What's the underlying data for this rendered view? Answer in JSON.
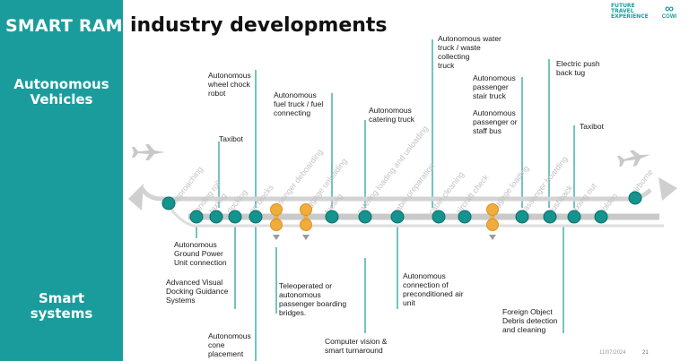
{
  "brand": "SMART RAMP",
  "title": "industry developments",
  "logos": {
    "fte": "FUTURE TRAVEL EXPERIENCE",
    "cowi": "COWI"
  },
  "side_labels": {
    "top": [
      "Autonomous",
      "Vehicles"
    ],
    "bottom": [
      "Smart",
      "systems"
    ]
  },
  "stages": [
    "approaching",
    "landing roll",
    "taxiing",
    "docking",
    "on blocks",
    "passenger deboarding",
    "baggage unloading",
    "fueling",
    "catering loading and unloading",
    "cabin preparation",
    "cabin cleaning",
    "aircraft check",
    "baggage loading",
    "passenger boarding",
    "pushback",
    "taxiing out",
    "holdon",
    "airborne"
  ],
  "vehicle_annotations": [
    [
      "Autonomous",
      "wheel chock",
      "robot"
    ],
    [
      "Taxibot"
    ],
    [
      "Autonomous",
      "fuel truck / fuel",
      "connecting"
    ],
    [
      "Autonomous",
      "catering truck"
    ],
    [
      "Autonomous water",
      "truck / waste",
      "collecting",
      "truck"
    ],
    [
      "Autonomous",
      "passenger",
      "stair truck"
    ],
    [
      "Autonomous",
      "passenger or",
      "staff bus"
    ],
    [
      "Electric push",
      "back tug"
    ],
    [
      "Taxibot"
    ]
  ],
  "system_annotations": [
    [
      "Autonomous",
      "Ground Power",
      "Unit connection"
    ],
    [
      "Advanced Visual",
      "Docking Guidance",
      "Systems"
    ],
    [
      "Autonomous",
      "cone",
      "placement"
    ],
    [
      "Teleoperated or",
      "autonomous",
      "passenger boarding",
      "bridges."
    ],
    [
      "Computer vision &",
      "smart turnaround"
    ],
    [
      "Autonomous",
      "connection of",
      "preconditioned air",
      "unit"
    ],
    [
      "Foreign Object",
      "Debris detection",
      "and cleaning"
    ]
  ],
  "footer": {
    "date": "11/07/2024",
    "page": "21"
  },
  "colors": {
    "teal": "#1b9c9c",
    "node": "#14938f",
    "bridge": "#f0ad3b",
    "arrow": "#c9c9c9",
    "stage_text": "#c2c2c2"
  }
}
